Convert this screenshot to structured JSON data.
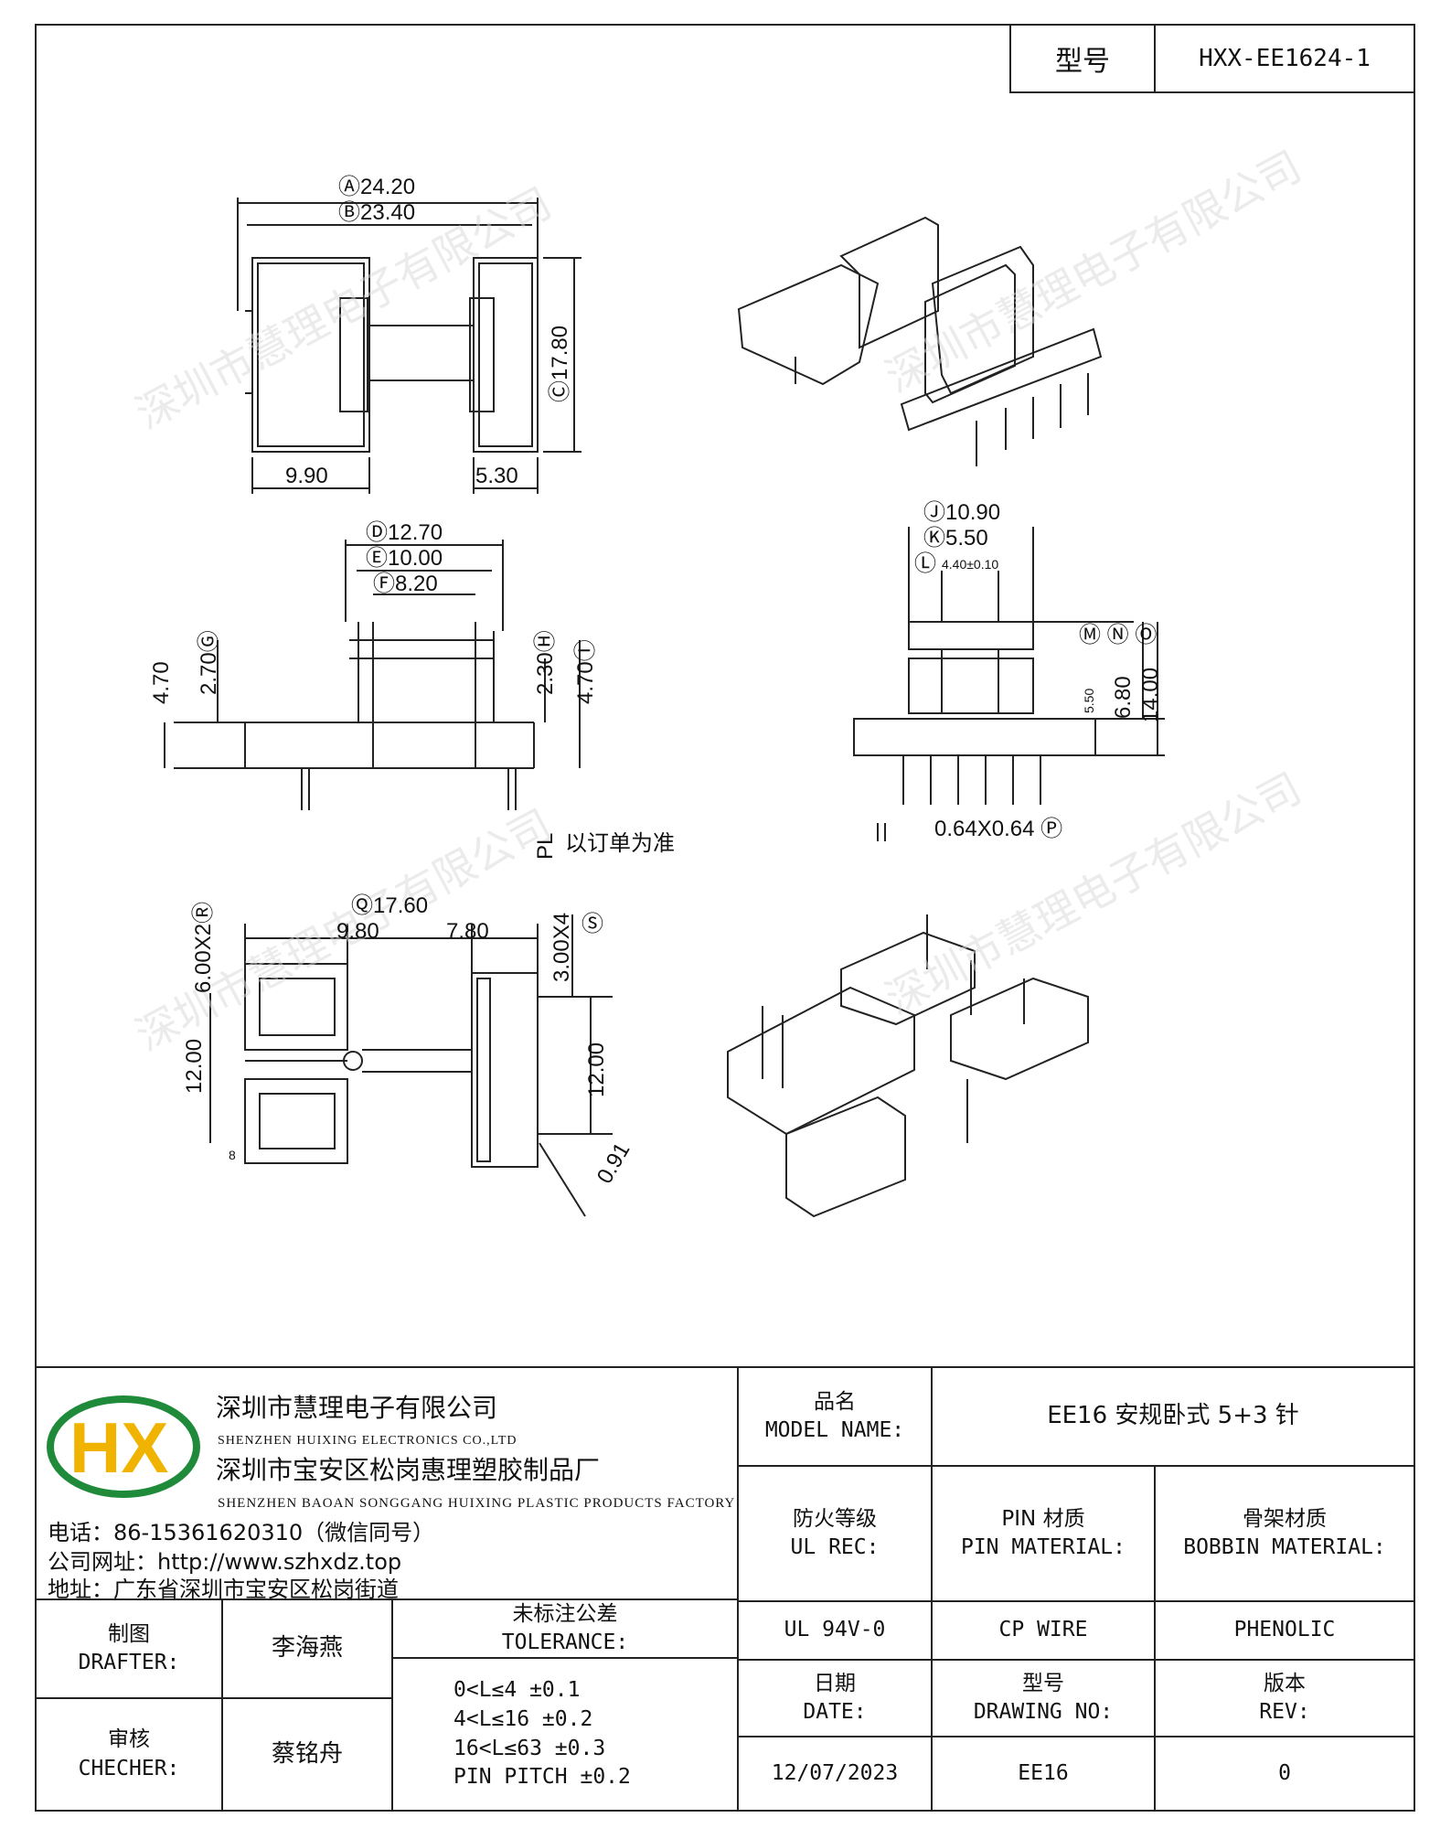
{
  "header": {
    "model_label": "型号",
    "model_value": "HXX-EE1624-1"
  },
  "drawing": {
    "top_view": {
      "dim_a": "Ⓐ24.20",
      "dim_b": "Ⓑ23.40",
      "dim_c": "Ⓒ17.80",
      "dim_left": "9.90",
      "dim_right": "5.30"
    },
    "front_view": {
      "dim_d": "Ⓓ12.70",
      "dim_e": "Ⓔ10.00",
      "dim_f": "Ⓕ8.20",
      "dim_g": "2.70Ⓖ",
      "dim_h1": "4.70",
      "dim_h2": "2.30Ⓗ",
      "dim_i": "4.70Ⓘ",
      "pl_label": "PL",
      "pl_note": "以订单为准"
    },
    "side_view": {
      "dim_j": "Ⓙ10.90",
      "dim_k": "Ⓚ5.50",
      "dim_l": "Ⓛ",
      "dim_l_value": "4.40±0.10",
      "dim_mno": "Ⓜ Ⓝ Ⓞ",
      "dim_550": "5.50",
      "dim_680": "6.80",
      "dim_1400": "14.00",
      "dim_pin": "0.64X0.64 Ⓟ"
    },
    "bottom_view": {
      "dim_q": "Ⓠ17.60",
      "dim_980": "9.80",
      "dim_780": "7.80",
      "dim_r": "6.00X2Ⓡ",
      "dim_s": "3.00X4",
      "dim_s_mark": "Ⓢ",
      "dim_1200_left": "12.00",
      "dim_1200_right": "12.00",
      "dim_091": "0.91",
      "mark_8": "8"
    },
    "watermark": "深圳市慧理电子有限公司"
  },
  "title_block": {
    "company_cn": "深圳市慧理电子有限公司",
    "company_en": "SHENZHEN HUIXING ELECTRONICS CO.,LTD",
    "factory_cn": "深圳市宝安区松岗惠理塑胶制品厂",
    "factory_en": "SHENZHEN BAOAN SONGGANG HUIXING PLASTIC PRODUCTS FACTORY",
    "phone": "电话：86-15361620310（微信同号）",
    "website": "公司网址：http://www.szhxdz.top",
    "address": "地址：广东省深圳市宝安区松岗街道",
    "logo_text": "HX",
    "model_name_label_cn": "品名",
    "model_name_label_en": "MODEL NAME:",
    "model_name_value": "EE16 安规卧式 5+3 针",
    "ul_label_cn": "防火等级",
    "ul_label_en": "UL REC:",
    "pin_label_cn": "PIN 材质",
    "pin_label_en": "PIN MATERIAL:",
    "bobbin_label_cn": "骨架材质",
    "bobbin_label_en": "BOBBIN MATERIAL:",
    "ul_value": "UL 94V-0",
    "pin_value": "CP WIRE",
    "bobbin_value": "PHENOLIC",
    "drafter_label_cn": "制图",
    "drafter_label_en": "DRAFTER:",
    "drafter_value": "李海燕",
    "checker_label_cn": "审核",
    "checker_label_en": "CHECHER:",
    "checker_value": "蔡铭舟",
    "tolerance_label_cn": "未标注公差",
    "tolerance_label_en": "TOLERANCE:",
    "tolerance_lines": [
      "0<L≤4  ±0.1",
      "4<L≤16 ±0.2",
      "16<L≤63 ±0.3",
      "PIN PITCH ±0.2"
    ],
    "date_label_cn": "日期",
    "date_label_en": "DATE:",
    "drawing_no_label_cn": "型号",
    "drawing_no_label_en": "DRAWING NO:",
    "rev_label_cn": "版本",
    "rev_label_en": "REV:",
    "date_value": "12/07/2023",
    "drawing_no_value": "EE16",
    "rev_value": "0"
  }
}
